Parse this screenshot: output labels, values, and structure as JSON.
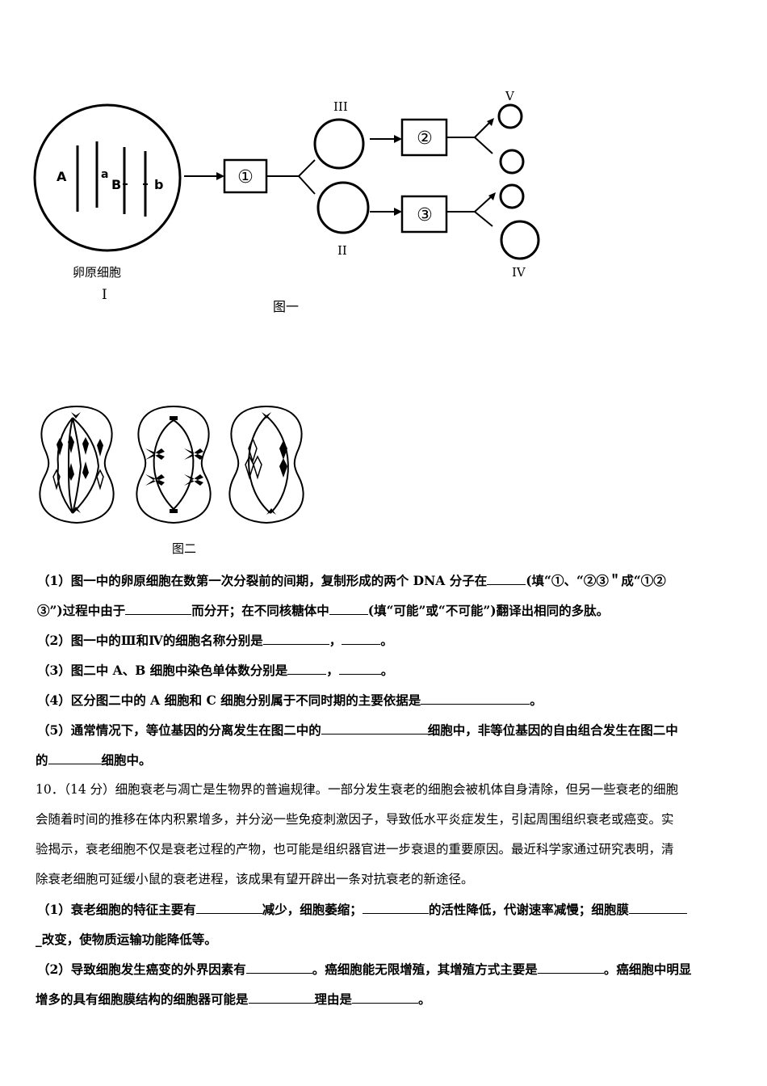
{
  "figure1": {
    "cell_caption": "卵原细胞",
    "cell_numeral": "I",
    "caption": "图一",
    "letters": [
      "A",
      "a",
      "B",
      "b"
    ],
    "box_labels": [
      "①",
      "②",
      "③"
    ],
    "numerals": [
      "III",
      "II",
      "V",
      "IV"
    ]
  },
  "figure2": {
    "caption": "图二"
  },
  "questions": {
    "q1a": "（1）图一中的卵原细胞在数第一次分裂前的间期，复制形成的两个 DNA 分子在",
    "q1b": "(填“①、“②③＂成“①②",
    "q1c": "③”)过程中由于",
    "q1d": "而分开；在不同核糖体中",
    "q1e": "(填“可能”或“不可能”)翻译出相同的多肽。",
    "q2a": "（2）图一中的Ⅲ和Ⅳ的细胞名称分别是",
    "q2b": "，",
    "q2c": "。",
    "q3a": "（3）图二中 A、B 细胞中染色单体数分别是",
    "q3b": "，",
    "q3c": "。",
    "q4a": "（4）区分图二中的 A 细胞和 C 细胞分别属于不同时期的主要依据是",
    "q4b": "。",
    "q5a": "（5）通常情况下，等位基因的分离发生在图二中的",
    "q5b": "细胞中，非等位基因的自由组合发生在图二中",
    "q5c": "的",
    "q5d": "细胞中。",
    "p10a": "10．（14 分）细胞衰老与凋亡是生物界的普遍规律。一部分发生衰老的细胞会被机体自身清除，但另一些衰老的细胞",
    "p10b": "会随着时间的推移在体内积累增多，并分泌一些免疫刺激因子，导致低水平炎症发生，引起周围组织衰老或癌变。实",
    "p10c": "验揭示，衰老细胞不仅是衰老过程的产物，也可能是组织器官进一步衰退的重要原因。最近科学家通过研究表明，清",
    "p10d": "除衰老细胞可延缓小鼠的衰老进程，该成果有望开辟出一条对抗衰老的新途径。",
    "s1a": "（1）衰老细胞的特征主要有",
    "s1b": "减少，细胞萎缩；",
    "s1c": "的活性降低，代谢速率减慢；细胞膜",
    "s1d": "_改变，使物质运输功能降低等。",
    "s2a": "（2）导致细胞发生癌变的外界因素有",
    "s2b": "。癌细胞能无限增殖，其增殖方式主要是",
    "s2c": "。癌细胞中明显",
    "s2d": "增多的具有细胞膜结构的细胞器可能是",
    "s2e": "理由是",
    "s2f": "。"
  }
}
